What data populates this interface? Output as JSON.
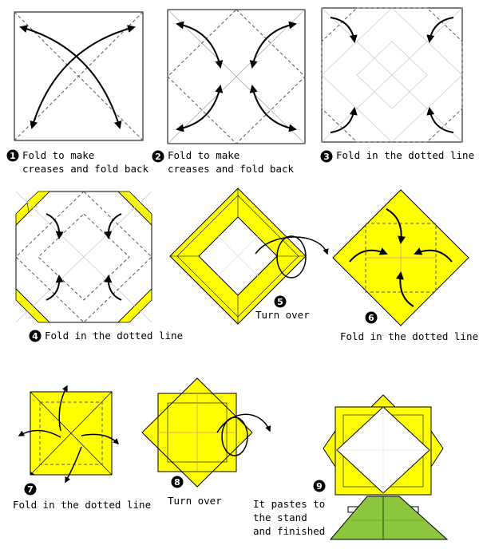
{
  "steps": [
    {
      "number": "1",
      "lines": [
        "Fold to make",
        "creases and fold back"
      ]
    },
    {
      "number": "2",
      "lines": [
        "Fold to make",
        "creases and fold back"
      ]
    },
    {
      "number": "3",
      "lines": [
        "Fold in the dotted line"
      ]
    },
    {
      "number": "4",
      "lines": [
        "Fold in the dotted line"
      ]
    },
    {
      "number": "5",
      "lines": [
        "Turn over"
      ]
    },
    {
      "number": "6",
      "lines": [
        "Fold in the dotted line"
      ]
    },
    {
      "number": "7",
      "lines": [
        "Fold in the dotted line"
      ]
    },
    {
      "number": "8",
      "lines": [
        "Turn over"
      ]
    },
    {
      "number": "9",
      "lines": [
        "It pastes to",
        "the stand",
        "and finished"
      ]
    }
  ],
  "colors": {
    "yellow": "#ffff00",
    "green": "#8cc63f",
    "line": "#000000"
  }
}
